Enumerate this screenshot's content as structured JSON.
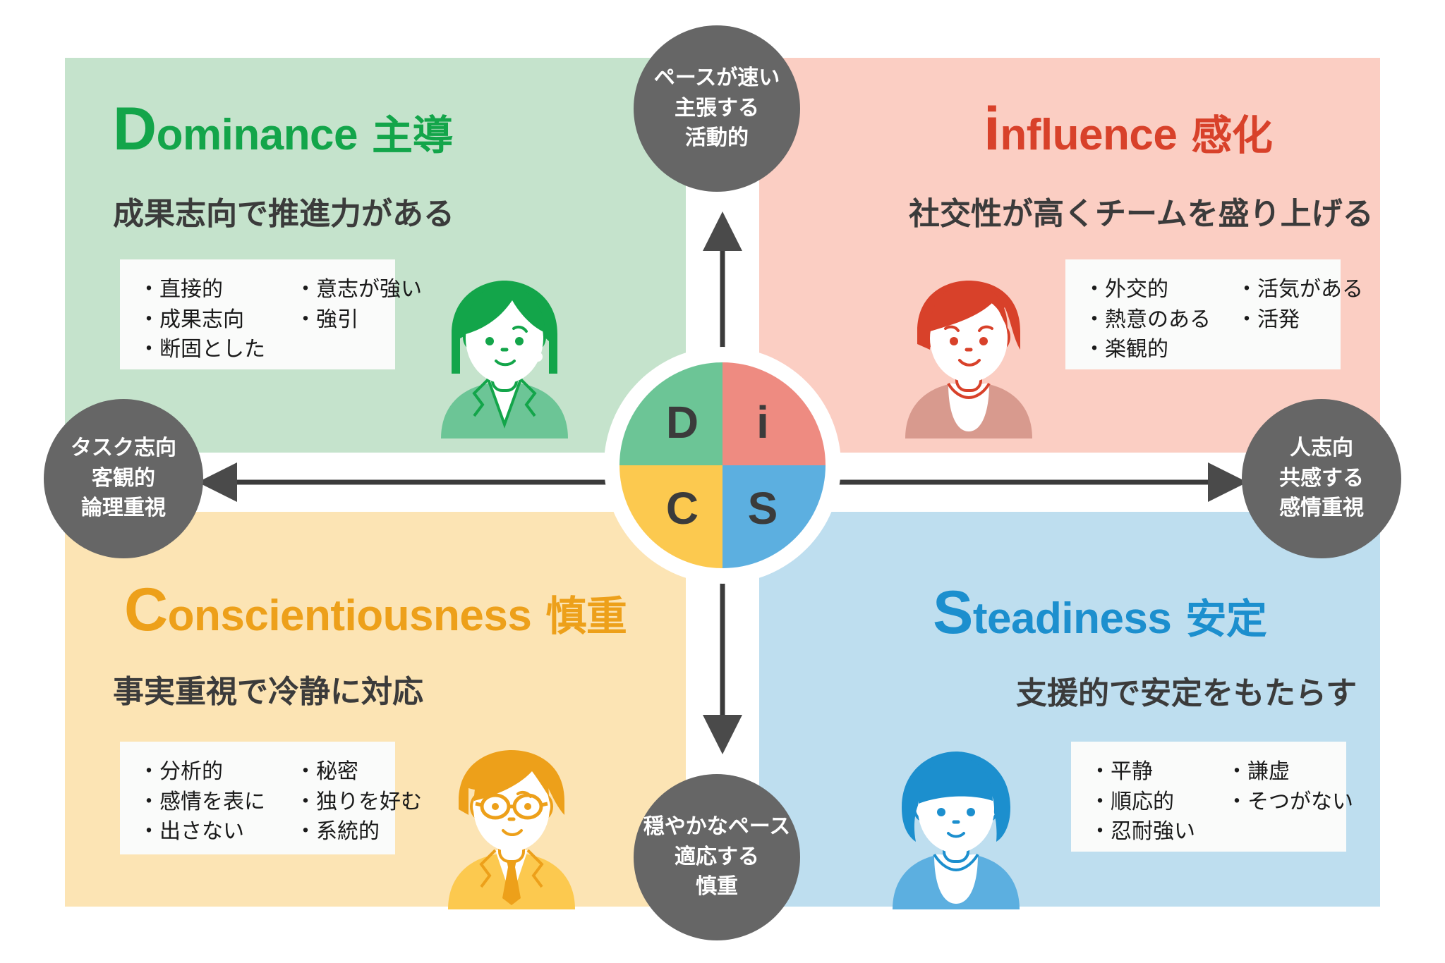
{
  "colors": {
    "d_panel": "#c5e3cc",
    "d_accent": "#13a54a",
    "d_wheel": "#6cc596",
    "i_panel": "#fbcec3",
    "i_accent": "#d8412a",
    "i_wheel": "#ee8b81",
    "c_panel": "#fce4b4",
    "c_accent": "#eda01a",
    "c_wheel": "#fcc94f",
    "s_panel": "#bedeef",
    "s_accent": "#1c8fce",
    "s_wheel": "#5cafe0",
    "pill_grey": "#666666",
    "axis_dark": "#3b3b3b",
    "text_dark": "#3b3b3b",
    "trait_box": "#fafbfa"
  },
  "center": {
    "label_d": "D",
    "label_i": "i",
    "label_c": "C",
    "label_s": "S"
  },
  "axes": {
    "top": {
      "name": "fast-pace-pill",
      "lines": [
        "ペースが速い",
        "主張する",
        "活動的"
      ]
    },
    "bottom": {
      "name": "slow-pace-pill",
      "lines": [
        "穏やかなペース",
        "適応する",
        "慎重"
      ]
    },
    "left": {
      "name": "task-oriented-pill",
      "lines": [
        "タスク志向",
        "客観的",
        "論理重視"
      ]
    },
    "right": {
      "name": "people-oriented-pill",
      "lines": [
        "人志向",
        "共感する",
        "感情重視"
      ]
    }
  },
  "quadrants": {
    "d": {
      "cap": "D",
      "rest": "ominance",
      "jp": "主導",
      "subtitle": "成果志向で推進力がある",
      "traits_left": [
        "直接的",
        "成果志向",
        "断固とした"
      ],
      "traits_right": [
        "意志が強い",
        "強引"
      ],
      "avatar": "woman-green-avatar"
    },
    "i": {
      "cap": "i",
      "rest": "nfluence",
      "jp": "感化",
      "subtitle": "社交性が高くチームを盛り上げる",
      "traits_left": [
        "外交的",
        "熱意のある",
        "楽観的"
      ],
      "traits_right": [
        "活気がある",
        "活発"
      ],
      "avatar": "person-red-avatar"
    },
    "c": {
      "cap": "C",
      "rest": "onscientiousness",
      "jp": "慎重",
      "subtitle": "事実重視で冷静に対応",
      "traits_left": [
        "分析的",
        "感情を表に",
        "出さない"
      ],
      "traits_right": [
        "秘密",
        "独りを好む",
        "系統的"
      ],
      "avatar": "person-orange-glasses-avatar"
    },
    "s": {
      "cap": "S",
      "rest": "teadiness",
      "jp": "安定",
      "subtitle": "支援的で安定をもたらす",
      "traits_left": [
        "平静",
        "順応的",
        "忍耐強い"
      ],
      "traits_right": [
        "謙虚",
        "そつがない"
      ],
      "avatar": "woman-blue-avatar"
    }
  }
}
